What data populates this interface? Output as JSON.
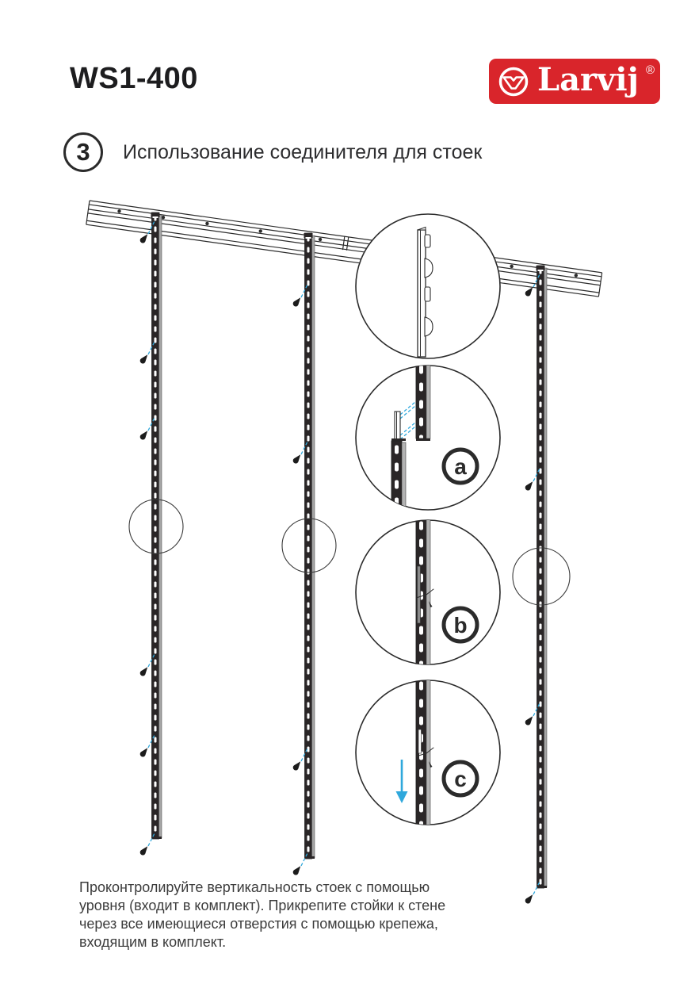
{
  "page": {
    "model": "WS1-400"
  },
  "logo": {
    "brand": "Larvij",
    "registered": "®",
    "bg_color": "#d9252b",
    "icon": "larvij-circle-v-icon"
  },
  "step": {
    "number": "3",
    "title": "Использование соединителя для стоек"
  },
  "diagram": {
    "description": "Three slotted wall uprights hanging from a slanted top rail, with four zoom detail circles showing the upright connector",
    "labels": {
      "a": "a",
      "b": "b",
      "c": "c"
    },
    "accent_color": "#2fa8dc",
    "line_color": "#2b2b2b"
  },
  "footer": {
    "note": "Проконтролируйте вертикальность стоек с помощью уровня (входит в комплект). Прикрепите стойки к стене через все имеющиеся отверстия с помощью крепежа, входящим в комплект."
  }
}
